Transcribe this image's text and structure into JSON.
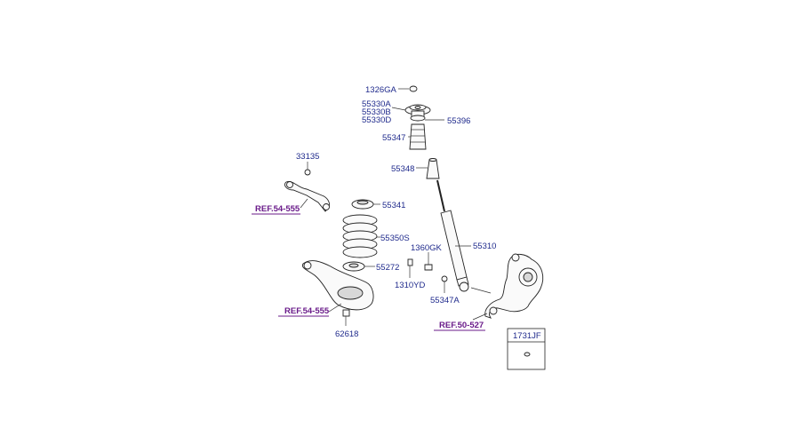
{
  "labels": {
    "p1326GA": "1326GA",
    "p55330A": "55330A",
    "p55330B": "55330B",
    "p55330D": "55330D",
    "p55396": "55396",
    "p55347": "55347",
    "p55348": "55348",
    "p33135": "33135",
    "p55341": "55341",
    "p55350S": "55350S",
    "p55310": "55310",
    "p1360GK": "1360GK",
    "p55272": "55272",
    "p1310YD": "1310YD",
    "p55347A": "55347A",
    "p62618": "62618",
    "p1731JF": "1731JF"
  },
  "refs": {
    "ref_upper_arm": "REF.54-555",
    "ref_lower_arm": "REF.54-555",
    "ref_knuckle": "REF.50-527"
  },
  "colors": {
    "part_number": "#1f2a8c",
    "reference": "#6a1b8a"
  }
}
